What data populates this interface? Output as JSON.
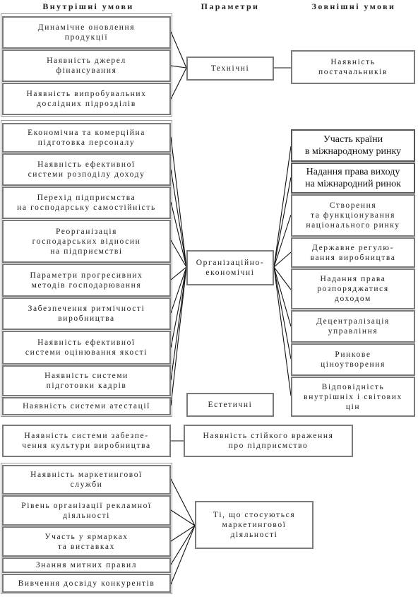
{
  "headers": {
    "internal": "Внутрішні умови",
    "params": "Параметри",
    "external": "Зовнішні умови"
  },
  "group1": {
    "internal": [
      "Динамічне оновлення\nпродукції",
      "Наявність джерел\nфінансування",
      "Наявність випробувальних\nдослідних підрозділів"
    ],
    "param": "Технічні",
    "external": [
      "Наявність\nпостачальників"
    ]
  },
  "group2": {
    "internal": [
      "Економічна та комерційна\nпідготовка персоналу",
      "Наявність ефективної\nсистеми розподілу доходу",
      "Перехід підприємства\nна господарську самостійність",
      "Реорганізація\nгосподарських відносин\nна підприємстві",
      "Параметри прогресивних\nметодів господарювання",
      "Забезпечення ритмічності\nвиробництва",
      "Наявність ефективної\nсистеми оцінювання якості",
      "Наявність системи\nпідготовки кадрів",
      "Наявність системи атестації"
    ],
    "param": "Організаційно-\nекономічні",
    "param2": "Естетичні",
    "external": [
      "Участь країни\nв міжнародному ринку",
      "Надання права виходу\nна міжнародний ринок",
      "Створення\nта функціонування\nнаціонального ринку",
      "Державне регулю-\nвання виробництва",
      "Надання права\nрозпоряджатися\nдоходом",
      "Децентралізація\nуправління",
      "Ринкове\nціноутворення",
      "Відповідність\nвнутрішніх і світових\nцін"
    ]
  },
  "group3": {
    "internal": [
      "Наявність системи забезпе-\nчення культури виробництва"
    ],
    "param": "Наявність стійкого враження\nпро підприємство"
  },
  "group4": {
    "internal": [
      "Наявність маркетингової\nслужби",
      "Рівень організації рекламної\nдіяльності",
      "Участь у ярмарках\nта виставках",
      "Знання митних правил",
      "Вивчення досвіду конкурентів"
    ],
    "param": "Ті, що стосуються\nмаркетингової\nдіяльності"
  }
}
